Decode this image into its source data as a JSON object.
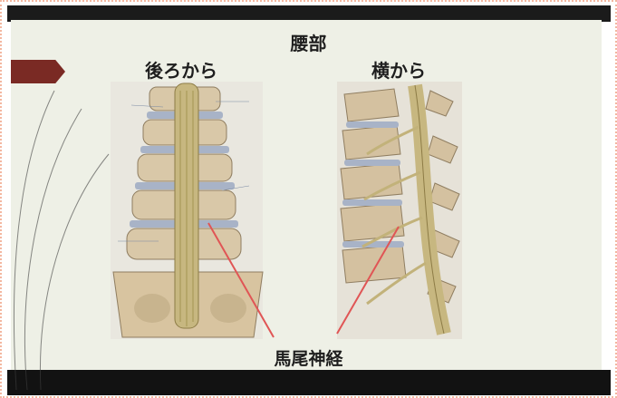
{
  "slide": {
    "title": "腰部",
    "left_heading": "後ろから",
    "right_heading": "横から",
    "bottom_label": "馬尾神経"
  },
  "colors": {
    "screen_bg": "#eef0e6",
    "bone": "#d9c8a8",
    "disc": "#a8b3c7",
    "nerve": "#c7b780",
    "pointer": "#e05555",
    "accent_tag": "#7a2a24"
  }
}
